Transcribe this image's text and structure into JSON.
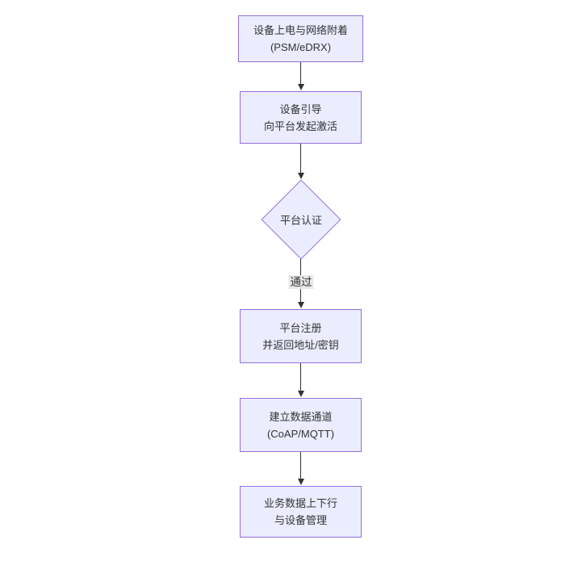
{
  "diagram": {
    "type": "flowchart",
    "direction": "top-down",
    "colors": {
      "background": "#ffffff",
      "node_fill": "#ECECFF",
      "node_border": "#9370DB",
      "text": "#333333",
      "arrow": "#333333",
      "edge_label_bg": "#e8e8e8"
    },
    "nodes": {
      "power_attach": {
        "line1": "设备上电与网络附着",
        "line2": "(PSM/eDRX)"
      },
      "bootstrap": {
        "line1": "设备引导",
        "line2": "向平台发起激活"
      },
      "auth": {
        "line1": "平台认证"
      },
      "register": {
        "line1": "平台注册",
        "line2": "并返回地址/密钥"
      },
      "channel": {
        "line1": "建立数据通道",
        "line2": "(CoAP/MQTT)"
      },
      "business": {
        "line1": "业务数据上下行",
        "line2": "与设备管理"
      }
    },
    "edges": {
      "pass_label": "通过"
    }
  }
}
